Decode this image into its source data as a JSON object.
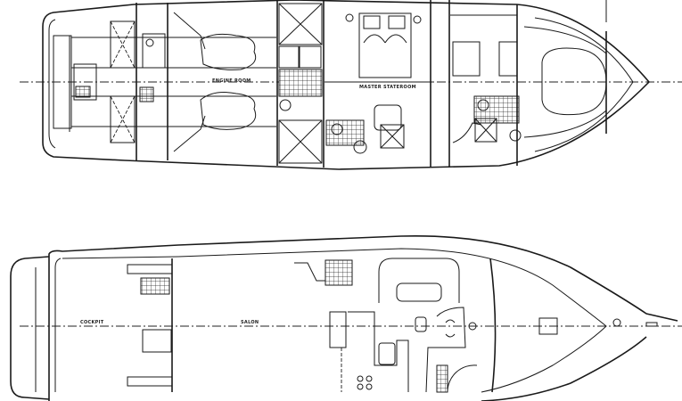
{
  "upper_deck": {
    "labels": {
      "engine_room": "ENGINE ROOM",
      "master_stateroom": "MASTER STATEROOM"
    }
  },
  "main_deck": {
    "labels": {
      "cockpit": "COCKPIT",
      "salon": "SALON"
    }
  },
  "colors": {
    "line": "#1a1a1a",
    "background": "#ffffff"
  }
}
